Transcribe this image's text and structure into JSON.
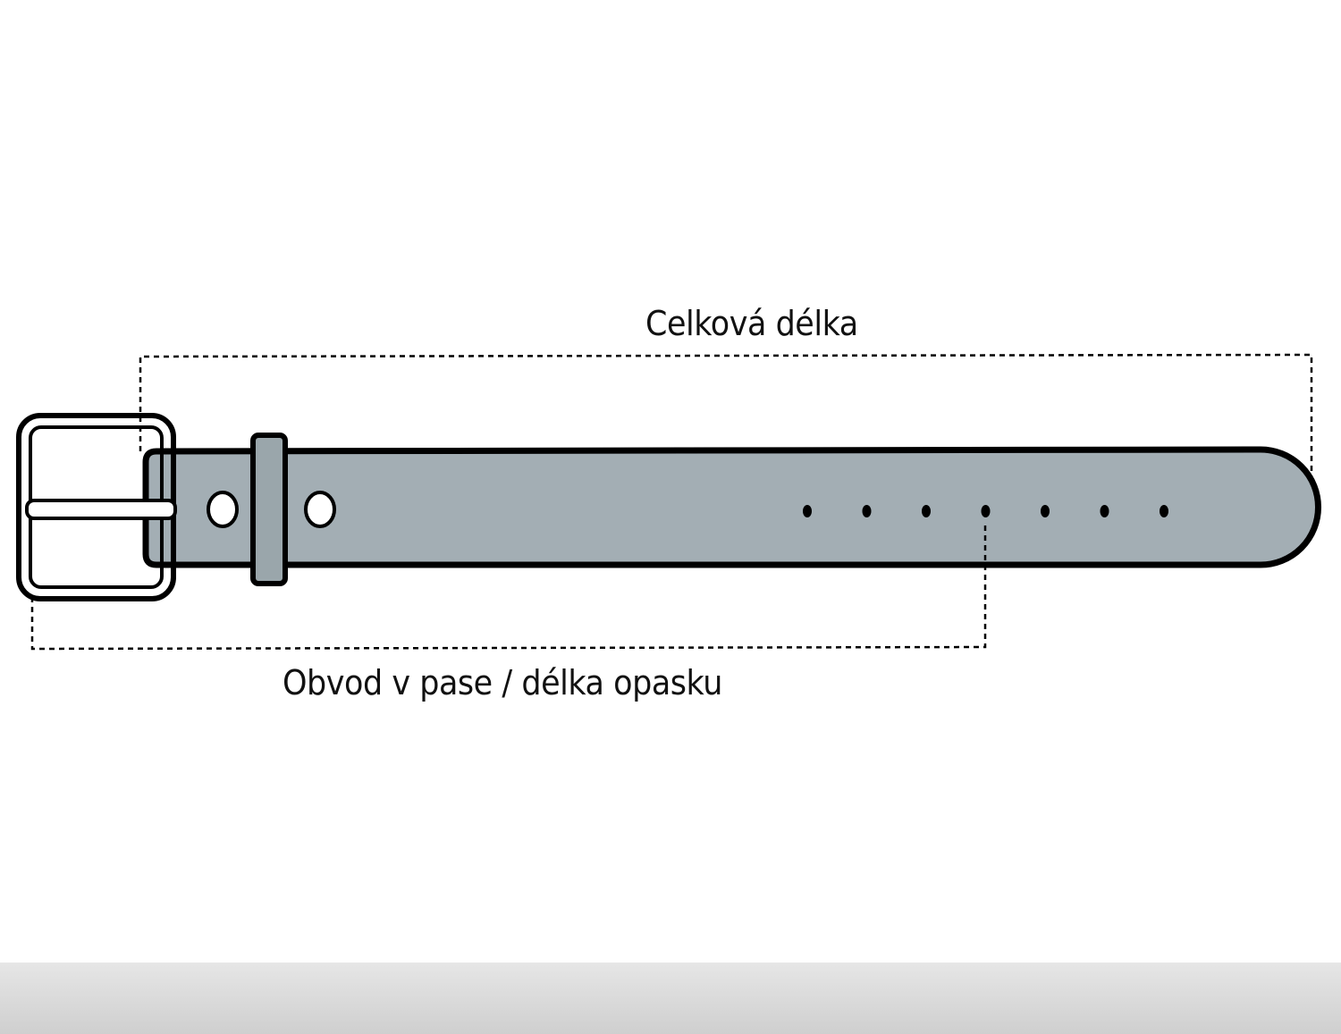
{
  "diagram": {
    "labels": {
      "total_length": "Celková délka",
      "waist_length": "Obvod v pase / délka opasku"
    },
    "colors": {
      "belt_fill": "#a3aeb4",
      "keeper_fill": "#9aa6ab",
      "outline": "#000000",
      "buckle_fill": "#ffffff",
      "background": "#ffffff"
    },
    "holes": {
      "near_buckle_count": 2,
      "adjustment_count": 7
    },
    "icons": [
      "buckle",
      "belt-strap",
      "belt-keeper"
    ]
  }
}
